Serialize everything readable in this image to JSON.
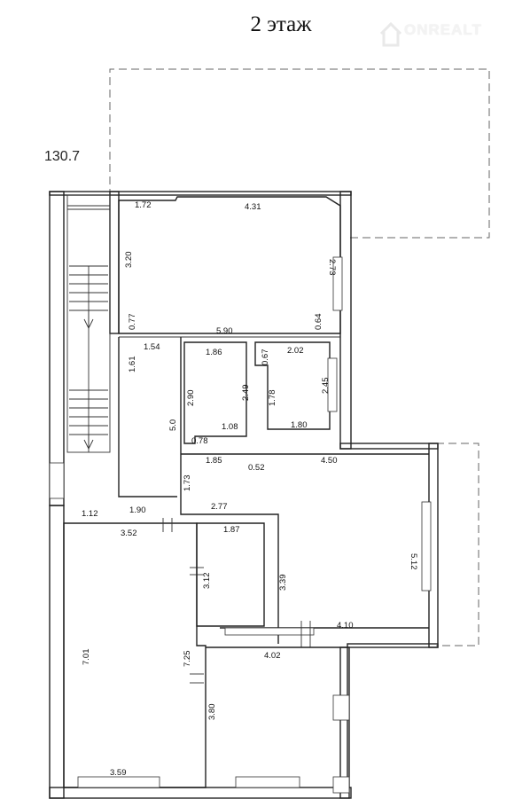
{
  "title": "2 этаж",
  "level_mark": "130.7",
  "watermark": {
    "text": "ONREALT"
  },
  "dimensions": [
    "1.72",
    "4.31",
    "3.20",
    "2.73",
    "0.77",
    "5.90",
    "0.64",
    "1.54",
    "1.86",
    "0.67",
    "2.02",
    "1.61",
    "2.90",
    "2.49",
    "1.78",
    "2.45",
    "1.08",
    "1.80",
    "5.0",
    "0.78",
    "1.85",
    "0.52",
    "4.50",
    "1.73",
    "2.77",
    "1.12",
    "1.90",
    "3.52",
    "1.87",
    "5.12",
    "3.12",
    "3.39",
    "7.01",
    "4.10",
    "7.25",
    "4.02",
    "3.80",
    "3.59"
  ]
}
